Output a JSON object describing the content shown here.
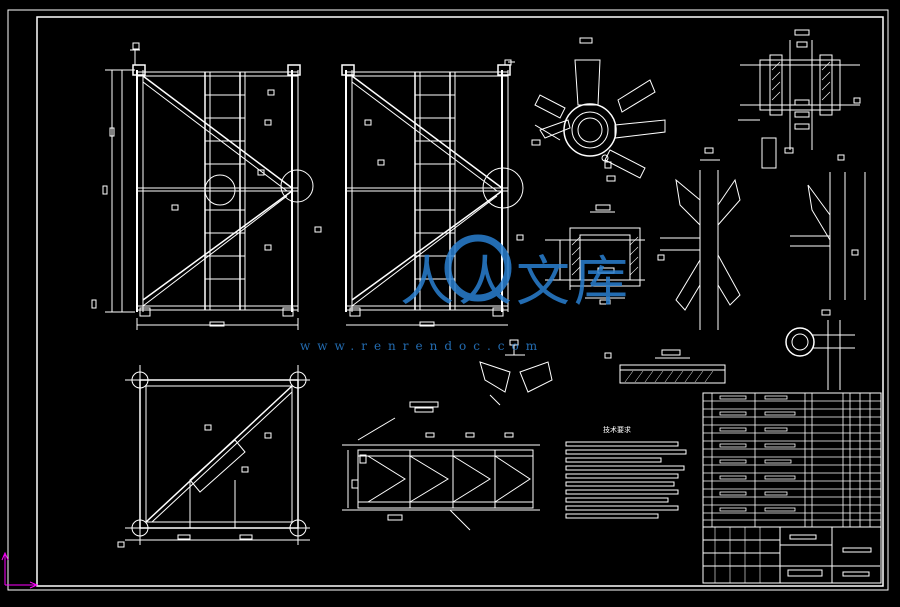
{
  "drawing": {
    "background": "#000000",
    "line_color": "#ffffff",
    "accent_color": "#ffff00",
    "cyan_color": "#00ffff",
    "ucs_color": "#ff00ff",
    "notes_heading": "技术要求",
    "watermark": {
      "brand_text": "人人文库",
      "url_text": "www.renrendoc.com",
      "color": "#2a7fd0"
    }
  }
}
